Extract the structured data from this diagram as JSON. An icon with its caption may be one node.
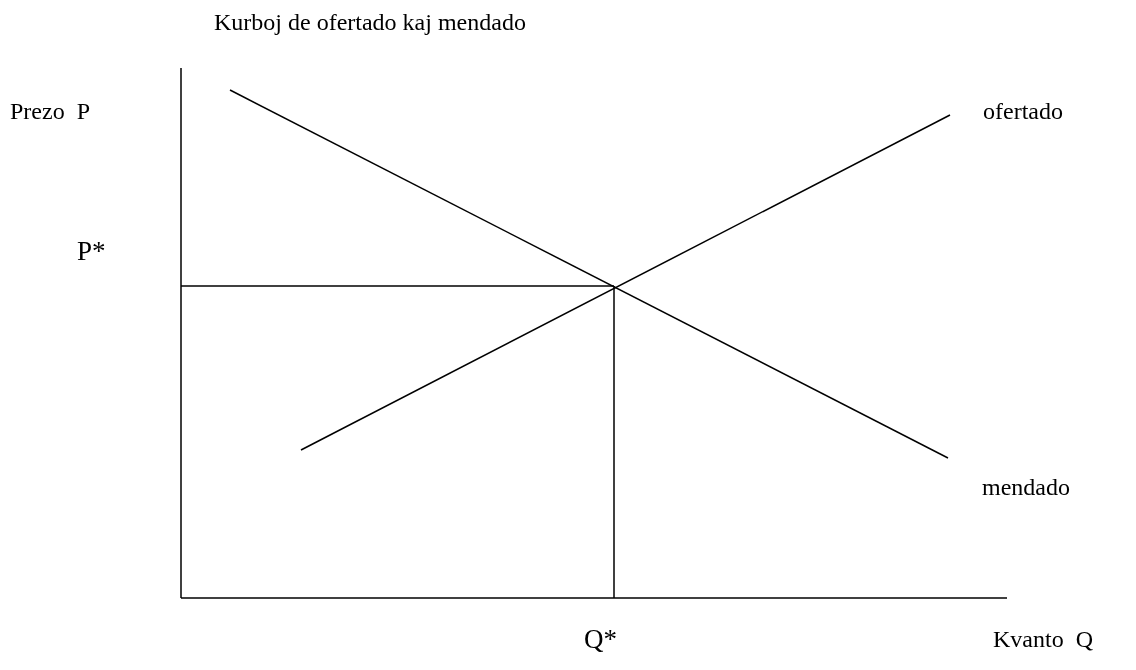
{
  "diagram": {
    "title": "Kurboj de ofertado kaj mendado",
    "labels": [
      "Prezo  P",
      "ofertado",
      "P*",
      "mendado",
      "Q*",
      "Kvanto  Q"
    ]
  }
}
